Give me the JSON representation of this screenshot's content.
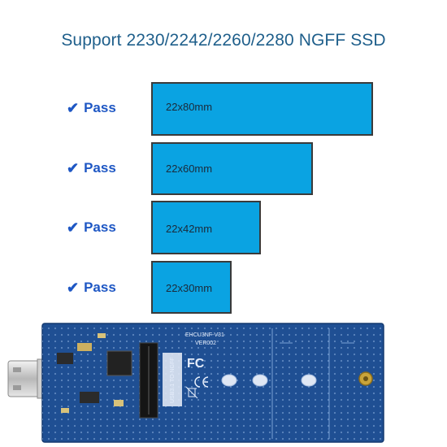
{
  "title": "Support 2230/2242/2260/2280 NGFF SSD",
  "rows": [
    {
      "check": "Pass",
      "label": "22x80mm"
    },
    {
      "check": "Pass",
      "label": "22x60mm"
    },
    {
      "check": "Pass",
      "label": "22x42mm"
    },
    {
      "check": "Pass",
      "label": "22x30mm"
    }
  ],
  "board": {
    "silk_model": "EHCU3NF-V31",
    "silk_ver": "VER002",
    "silk_usb": "USB3.1 TO NGFF",
    "fc_mark": "FC"
  },
  "colors": {
    "ssd_fill": "#0aa3e2",
    "title": "#1f5f8b",
    "pass": "#1e57c4",
    "pcb": "#1f4f93"
  }
}
